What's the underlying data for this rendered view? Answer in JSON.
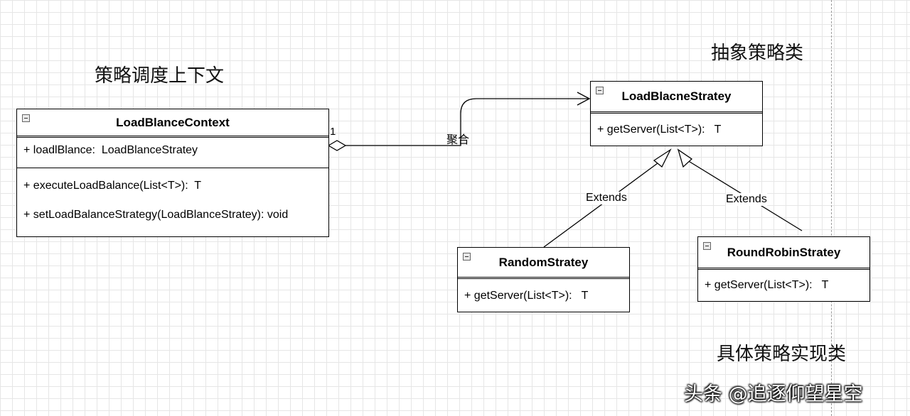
{
  "captions": {
    "context": "策略调度上下文",
    "abstract": "抽象策略类",
    "concrete": "具体策略实现类"
  },
  "classes": {
    "context": {
      "name": "LoadBlanceContext",
      "attributes": [
        "+ loadlBlance:  LoadBlanceStratey"
      ],
      "methods": [
        "+ executeLoadBalance(List<T>):  T",
        "+ setLoadBalanceStrategy(LoadBlanceStratey): void"
      ]
    },
    "abstract": {
      "name": "LoadBlacneStratey",
      "methods": [
        "+ getServer(List<T>):   T"
      ]
    },
    "random": {
      "name": "RandomStratey",
      "methods": [
        "+ getServer(List<T>):   T"
      ]
    },
    "roundrobin": {
      "name": "RoundRobinStratey",
      "methods": [
        "+ getServer(List<T>):   T"
      ]
    }
  },
  "relations": {
    "aggregation_label": "聚合",
    "multiplicity": "1",
    "extends_left": "Extends",
    "extends_right": "Extends"
  },
  "watermark": "头条 @追逐仰望星空"
}
